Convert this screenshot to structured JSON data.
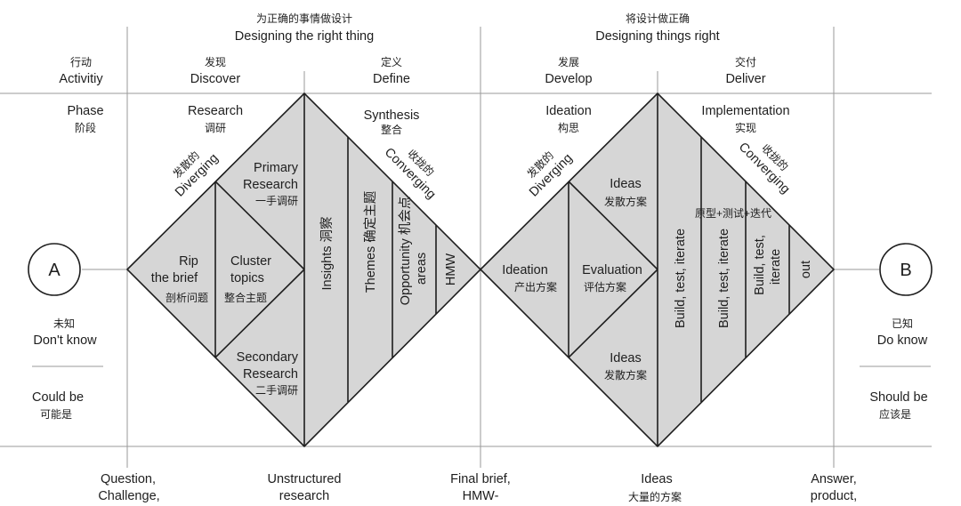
{
  "header": {
    "left_cn": "为正确的事情做设计",
    "left_en": "Designing the right thing",
    "right_cn": "将设计做正确",
    "right_en": "Designing things right"
  },
  "row_labels": {
    "activity_cn": "行动",
    "activity_en": "Activitiy",
    "phase_en": "Phase",
    "phase_cn": "阶段"
  },
  "stages": {
    "discover_cn": "发现",
    "discover_en": "Discover",
    "define_cn": "定义",
    "define_en": "Define",
    "develop_cn": "发展",
    "develop_en": "Develop",
    "deliver_cn": "交付",
    "deliver_en": "Deliver"
  },
  "phases": {
    "research_en": "Research",
    "research_cn": "调研",
    "synthesis_en": "Synthesis",
    "synthesis_cn": "整合",
    "ideation_en": "Ideation",
    "ideation_cn": "构思",
    "implementation_en": "Implementation",
    "implementation_cn": "实现"
  },
  "modes": {
    "diverging_cn": "发散的",
    "diverging_en": "Diverging",
    "converging_cn": "收拢的",
    "converging_en": "Converging"
  },
  "diamond1": {
    "rip_1": "Rip",
    "rip_2": "the brief",
    "rip_cn": "剖析问题",
    "cluster_1": "Cluster",
    "cluster_2": "topics",
    "cluster_cn": "整合主题",
    "primary_1": "Primary",
    "primary_2": "Research",
    "primary_cn": "一手调研",
    "secondary_1": "Secondary",
    "secondary_2": "Research",
    "secondary_cn": "二手调研",
    "insights": "Insights 洞察",
    "themes": "Themes 确定主题",
    "opportunity_1": "Opportunity 机会点",
    "opportunity_2": "areas",
    "hmw": "HMW"
  },
  "diamond2": {
    "ideation_en": "Ideation",
    "ideation_cn": "产出方案",
    "evaluation_en": "Evaluation",
    "evaluation_cn": "评估方案",
    "ideas_top_en": "Ideas",
    "ideas_top_cn": "发散方案",
    "ideas_bottom_en": "Ideas",
    "ideas_bottom_cn": "发散方案",
    "prototype_label": "原型+测试+迭代",
    "build1": "Build, test, iterate",
    "build2": "Build, test, iterate",
    "build3_1": "Build, test,",
    "build3_2": "iterate",
    "out": "out"
  },
  "ends": {
    "a": "A",
    "b": "B",
    "unknown_cn": "未知",
    "unknown_en": "Don't know",
    "could_en": "Could be",
    "could_cn": "可能是",
    "known_cn": "已知",
    "known_en": "Do know",
    "should_en": "Should be",
    "should_cn": "应该是"
  },
  "outputs": {
    "o1_1": "Question,",
    "o1_2": "Challenge,",
    "o2_1": "Unstructured",
    "o2_2": "research",
    "o3_1": "Final brief,",
    "o3_2": "HMW-",
    "o4_1": "Ideas",
    "o4_2": "大量的方案",
    "o5_1": "Answer,",
    "o5_2": "product,"
  }
}
